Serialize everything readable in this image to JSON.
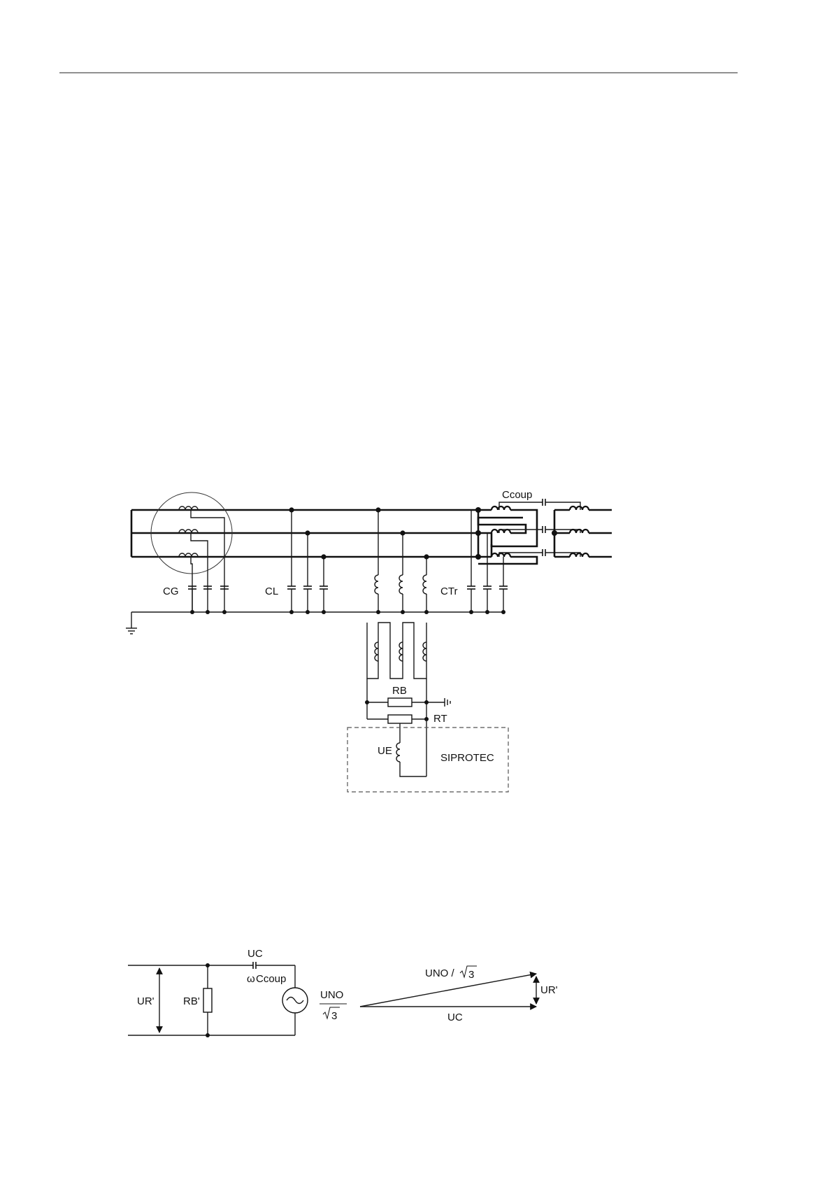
{
  "page": {
    "title": ""
  },
  "figure1": {
    "labels": {
      "cg": "CG",
      "cl": "CL",
      "ctr": "CTr",
      "ccoup": "Ccoup",
      "rb": "RB",
      "rt": "RT",
      "ue": "UE",
      "siprotec": "SIPROTEC"
    }
  },
  "figure2": {
    "labels": {
      "ur_prime": "UR'",
      "rb_prime": "RB'",
      "uc": "UC",
      "omega": "ω",
      "ccoup": "Ccoup",
      "uno": "UNO",
      "sqrt3": "3",
      "uno_slash": "UNO /",
      "uc_phasor": "UC",
      "ur_phasor": "UR'"
    }
  }
}
